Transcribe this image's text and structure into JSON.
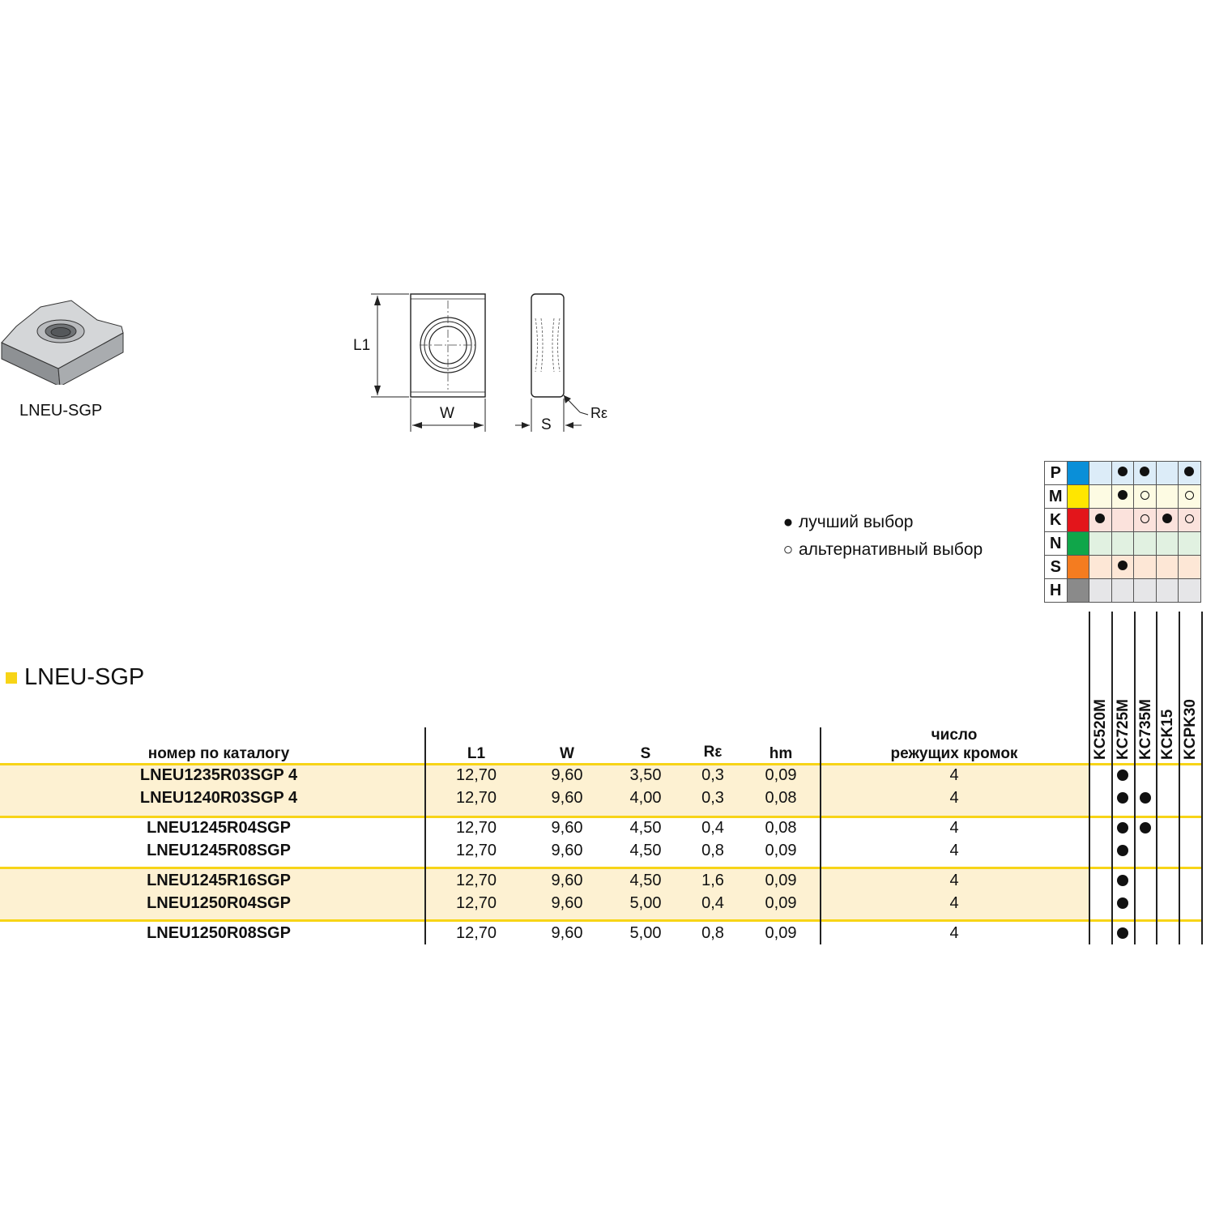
{
  "product": {
    "image_caption": "LNEU-SGP",
    "section_title": "LNEU-SGP"
  },
  "drawing_labels": {
    "length": "L1",
    "width": "W",
    "thickness": "S",
    "radius": "Rε"
  },
  "legend": {
    "best": {
      "symbol": "●",
      "text": "лучший выбор"
    },
    "alternative": {
      "symbol": "○",
      "text": "альтернативный выбор"
    }
  },
  "materials": [
    {
      "letter": "P",
      "color": "#0a8fd8",
      "tint": "#dcecf8",
      "marks": [
        "",
        "",
        "best",
        "best",
        "",
        "best"
      ]
    },
    {
      "letter": "M",
      "color": "#ffe600",
      "tint": "#fdfbe3",
      "marks": [
        "",
        "",
        "best",
        "alt",
        "",
        "alt"
      ]
    },
    {
      "letter": "K",
      "color": "#e3151b",
      "tint": "#fbe2dc",
      "marks": [
        "",
        "best",
        "",
        "alt",
        "best",
        "alt"
      ]
    },
    {
      "letter": "N",
      "color": "#10a64a",
      "tint": "#e1f1e1",
      "marks": [
        "",
        "",
        "",
        "",
        "",
        ""
      ]
    },
    {
      "letter": "S",
      "color": "#f47c20",
      "tint": "#fde7d6",
      "marks": [
        "",
        "",
        "best",
        "",
        "",
        ""
      ]
    },
    {
      "letter": "H",
      "color": "#8a8a8a",
      "tint": "#e6e6e8",
      "marks": [
        "",
        "",
        "",
        "",
        "",
        ""
      ]
    }
  ],
  "table": {
    "headers": {
      "catalog": "номер по каталогу",
      "l1": "L1",
      "w": "W",
      "s": "S",
      "r": "Rε",
      "hm": "hm",
      "edges_line1": "число",
      "edges_line2": "режущих кромок"
    },
    "grades": [
      "KC520M",
      "KC725M",
      "KC735M",
      "KCK15",
      "KCPK30"
    ],
    "rows": [
      {
        "catalog": "LNEU1235R03SGP 4",
        "l1": "12,70",
        "w": "9,60",
        "s": "3,50",
        "r": "0,3",
        "hm": "0,09",
        "edges": "4",
        "marks": [
          0,
          1,
          0,
          0,
          0
        ]
      },
      {
        "catalog": "LNEU1240R03SGP 4",
        "l1": "12,70",
        "w": "9,60",
        "s": "4,00",
        "r": "0,3",
        "hm": "0,08",
        "edges": "4",
        "marks": [
          0,
          1,
          1,
          0,
          0
        ]
      },
      {
        "catalog": "LNEU1245R04SGP",
        "l1": "12,70",
        "w": "9,60",
        "s": "4,50",
        "r": "0,4",
        "hm": "0,08",
        "edges": "4",
        "marks": [
          0,
          1,
          1,
          0,
          0
        ]
      },
      {
        "catalog": "LNEU1245R08SGP",
        "l1": "12,70",
        "w": "9,60",
        "s": "4,50",
        "r": "0,8",
        "hm": "0,09",
        "edges": "4",
        "marks": [
          0,
          1,
          0,
          0,
          0
        ]
      },
      {
        "catalog": "LNEU1245R16SGP",
        "l1": "12,70",
        "w": "9,60",
        "s": "4,50",
        "r": "1,6",
        "hm": "0,09",
        "edges": "4",
        "marks": [
          0,
          1,
          0,
          0,
          0
        ]
      },
      {
        "catalog": "LNEU1250R04SGP",
        "l1": "12,70",
        "w": "9,60",
        "s": "5,00",
        "r": "0,4",
        "hm": "0,09",
        "edges": "4",
        "marks": [
          0,
          1,
          0,
          0,
          0
        ]
      },
      {
        "catalog": "LNEU1250R08SGP",
        "l1": "12,70",
        "w": "9,60",
        "s": "5,00",
        "r": "0,8",
        "hm": "0,09",
        "edges": "4",
        "marks": [
          0,
          1,
          0,
          0,
          0
        ]
      }
    ]
  }
}
